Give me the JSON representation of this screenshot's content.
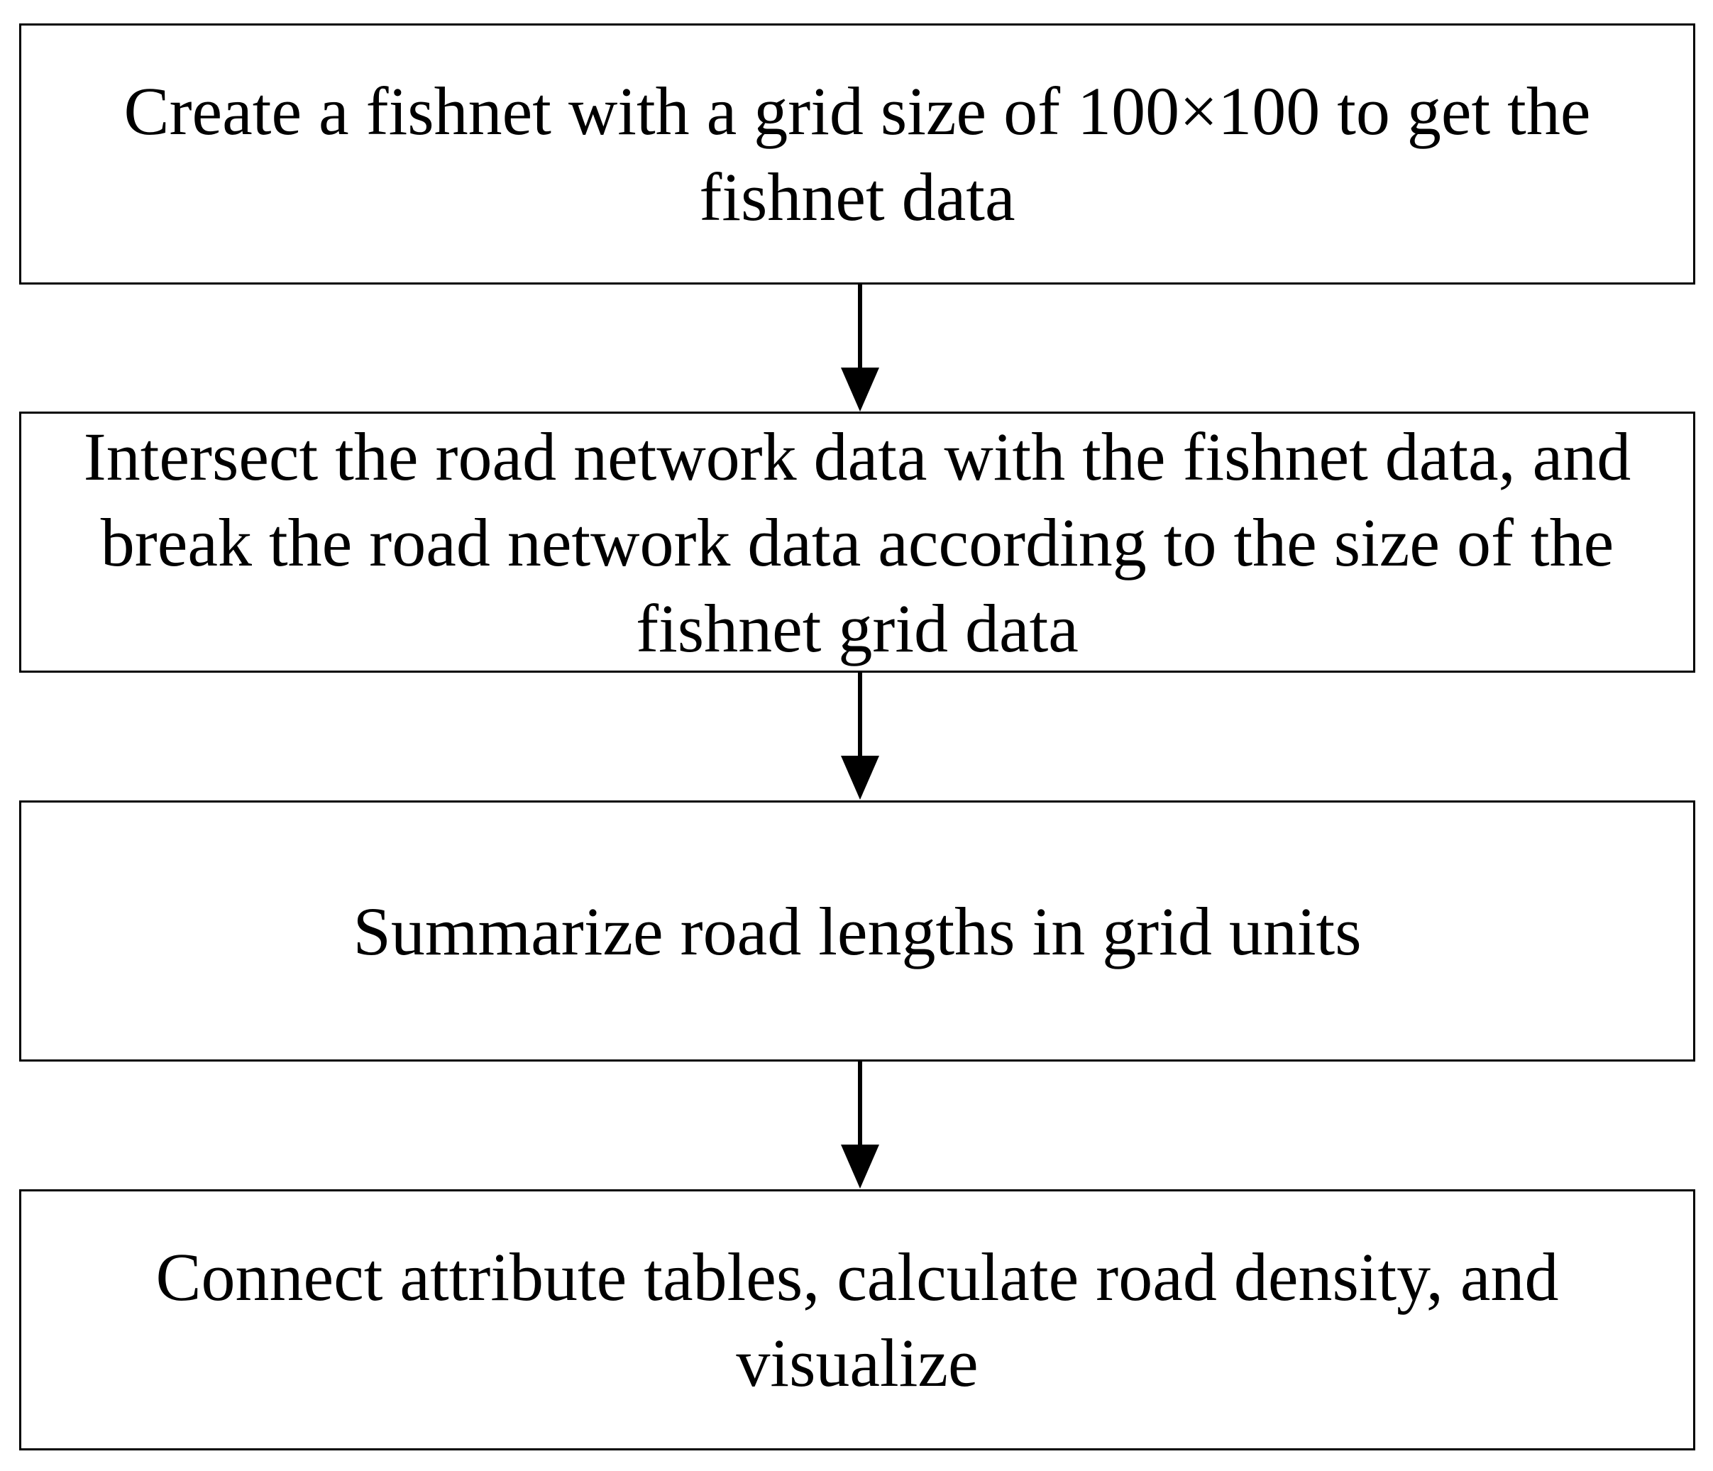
{
  "steps": [
    {
      "text": "Create a fishnet with a grid size of 100×100 to get the\nfishnet data"
    },
    {
      "text": "Intersect the road network data with the fishnet data, and\nbreak the road network data according to the size of the\nfishnet grid data"
    },
    {
      "text": "Summarize road lengths in grid units"
    },
    {
      "text": "Connect attribute tables, calculate road density, and\nvisualize"
    }
  ],
  "colors": {
    "stroke": "#000000",
    "background": "#ffffff"
  }
}
